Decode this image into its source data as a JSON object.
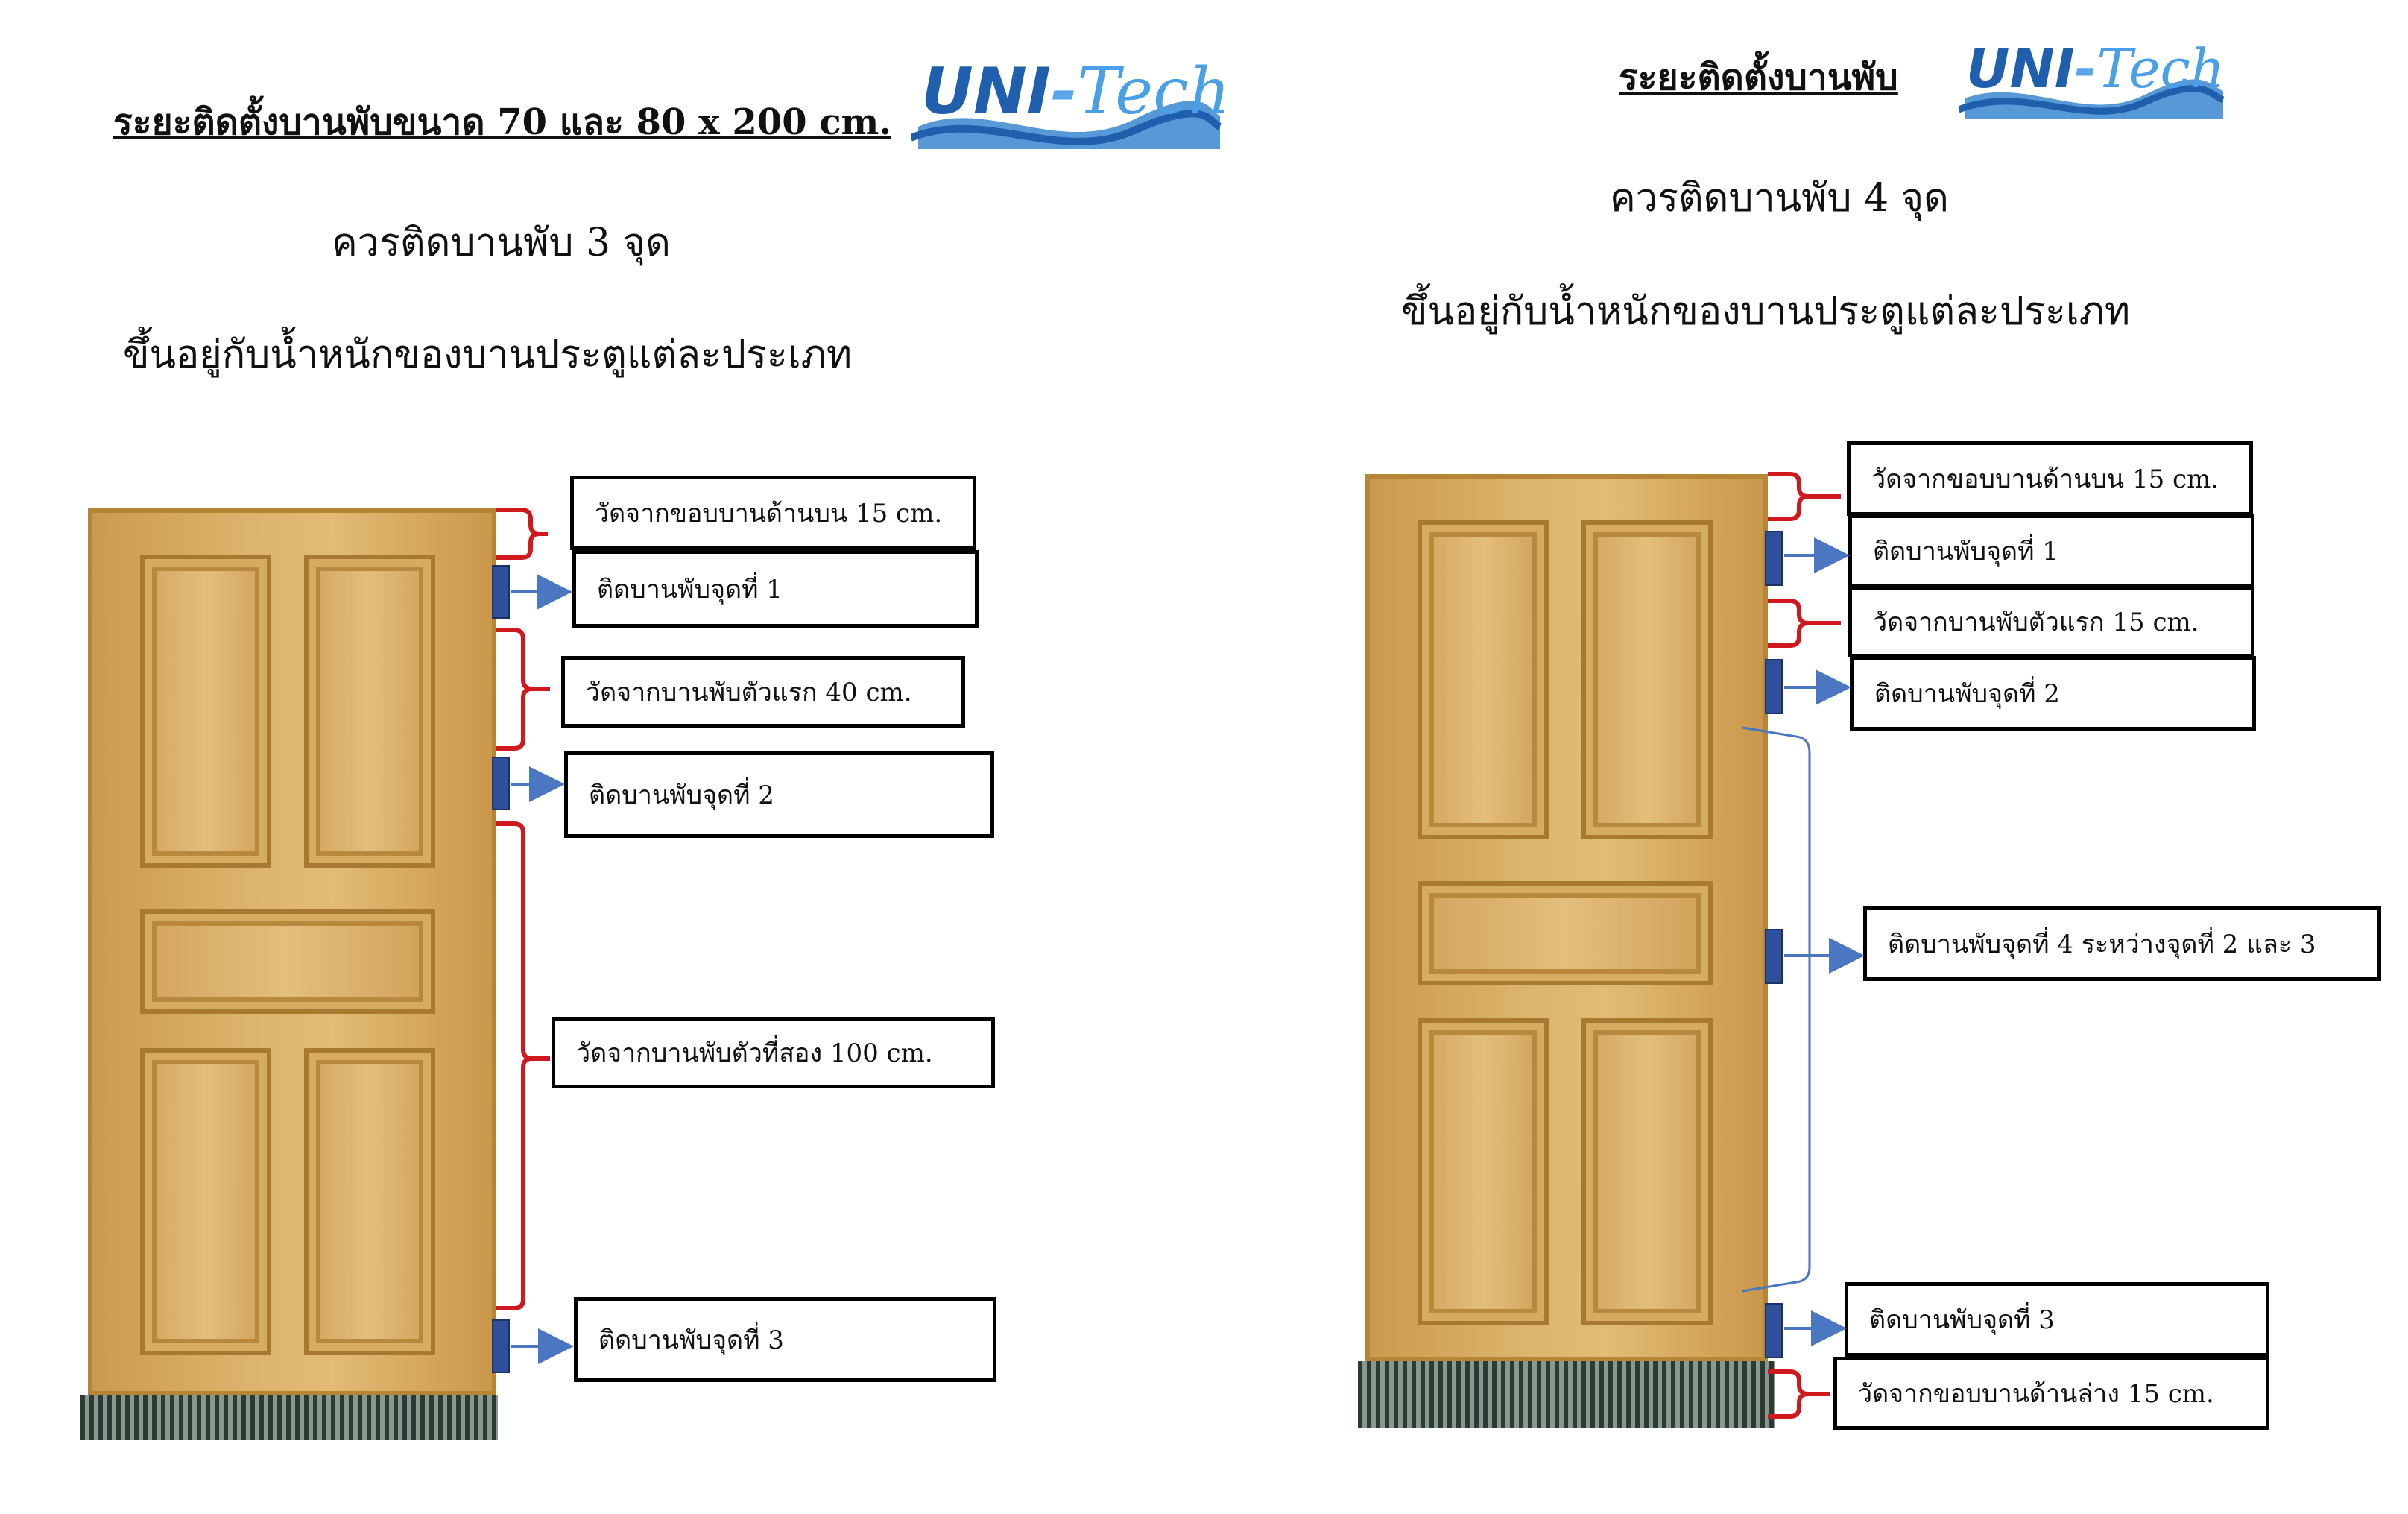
{
  "logo": {
    "uni": "UNI",
    "dash": "-",
    "tech": "Tech"
  },
  "left": {
    "title": "ระยะติดตั้งบานพับขนาด 70 และ 80 x 200 cm.",
    "sub1": "ควรติดบานพับ 3 จุด",
    "sub2": "ขึ้นอยู่กับน้ำหนักของบานประตูแต่ละประเภท",
    "labels": {
      "top_margin": "วัดจากขอบบานด้านบน 15 cm.",
      "hinge1": "ติดบานพับจุดที่ 1",
      "gap1": "วัดจากบานพับตัวแรก 40 cm.",
      "hinge2": "ติดบานพับจุดที่ 2",
      "gap2": "วัดจากบานพับตัวที่สอง 100 cm.",
      "hinge3": "ติดบานพับจุดที่ 3"
    }
  },
  "right": {
    "title": "ระยะติดตั้งบานพับ",
    "sub1": "ควรติดบานพับ 4 จุด",
    "sub2": "ขึ้นอยู่กับน้ำหนักของบานประตูแต่ละประเภท",
    "labels": {
      "top_margin": "วัดจากขอบบานด้านบน 15 cm.",
      "hinge1": "ติดบานพับจุดที่ 1",
      "gap1": "วัดจากบานพับตัวแรก 15 cm.",
      "hinge2": "ติดบานพับจุดที่ 2",
      "hinge4": "ติดบานพับจุดที่ 4 ระหว่างจุดที่ 2 และ 3",
      "hinge3": "ติดบานพับจุดที่ 3",
      "bottom_margin": "วัดจากขอบบานด้านล่าง 15 cm."
    }
  },
  "colors": {
    "bracket_red": "#d0181f",
    "hinge_blue": "#2e4f9a",
    "arrow_blue": "#4a76c2",
    "logo_blue": "#1f5fae"
  }
}
